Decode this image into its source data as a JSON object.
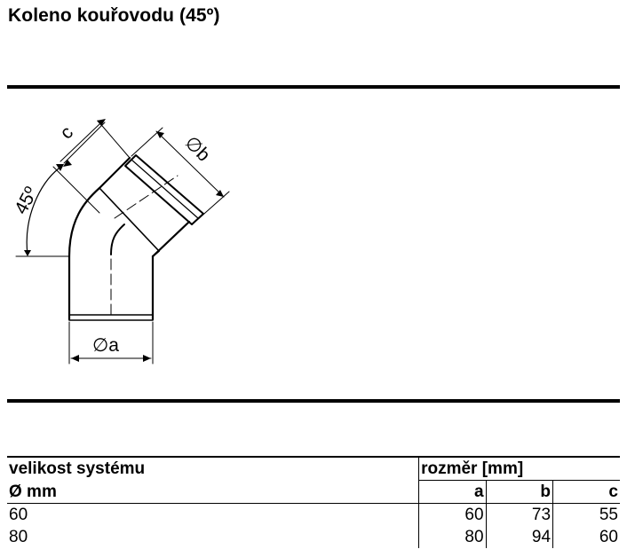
{
  "title": "Koleno kouřovodu (45º)",
  "drawing": {
    "angle_label": "45º",
    "label_c": "c",
    "label_a": "∅a",
    "label_b": "∅b"
  },
  "table": {
    "header": {
      "col1_line1": "velikost systému",
      "col1_line2": "Ø mm",
      "group_label": "rozměr [mm]",
      "col_a": "a",
      "col_b": "b",
      "col_c": "c"
    },
    "rows": [
      {
        "size": "60",
        "a": "60",
        "b": "73",
        "c": "55"
      },
      {
        "size": "80",
        "a": "80",
        "b": "94",
        "c": "60"
      }
    ]
  }
}
